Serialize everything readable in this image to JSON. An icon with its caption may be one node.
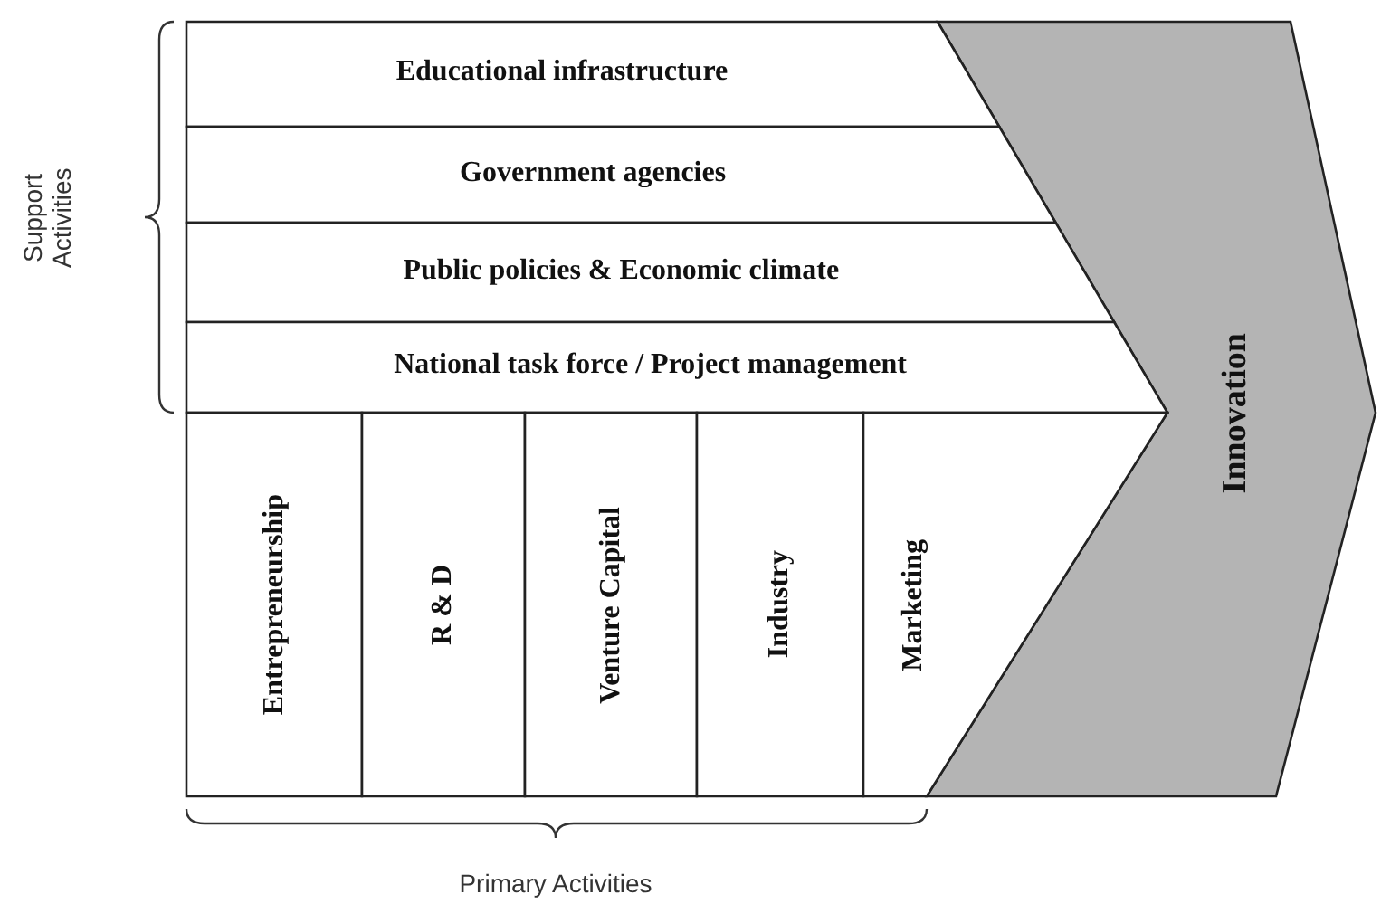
{
  "diagram": {
    "nodes": [
      {
        "text": [
          "Educational infrastructure"
        ]
      },
      {
        "text": [
          "Government agencies"
        ]
      },
      {
        "text": [
          "Public policies & Economic climate"
        ]
      },
      {
        "text": [
          "National task force / Project management"
        ]
      },
      {
        "text": [
          "Entrepreneurship"
        ]
      },
      {
        "text": [
          "R & D"
        ]
      },
      {
        "text": [
          "Venture Capital"
        ]
      },
      {
        "text": [
          "Industry"
        ]
      },
      {
        "text": [
          "Marketing"
        ]
      },
      {
        "text": [
          "Innovation"
        ]
      }
    ],
    "labels": [
      "Support Activities",
      "Primary Activities"
    ]
  }
}
